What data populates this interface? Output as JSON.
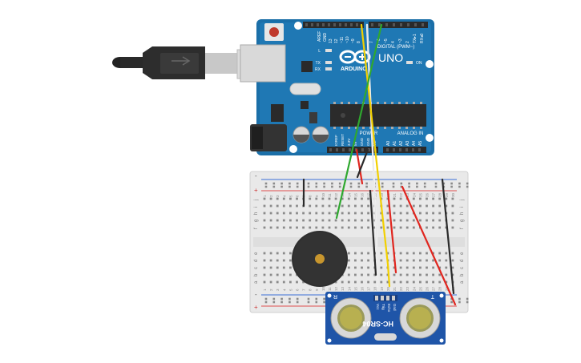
{
  "arduino": {
    "brand": "ARDUINO",
    "model": "UNO",
    "digital_label": "DIGITAL (PWM~)",
    "power_label": "POWER",
    "analog_label": "ANALOG IN",
    "on_label": "ON",
    "tx_label": "TX",
    "rx_label": "RX",
    "l_label": "L",
    "aref_label": "AREF",
    "gnd_label": "GND",
    "digital_pins": [
      "13",
      "12",
      "~11",
      "~10",
      "~9",
      "8",
      "7",
      "~6",
      "~5",
      "4",
      "~3",
      "2",
      "TX▸1",
      "RX◂0"
    ],
    "power_pins": [
      "IOREF",
      "RESET",
      "3.3V",
      "5V",
      "GND",
      "GND",
      "Vin"
    ],
    "analog_pins": [
      "A0",
      "A1",
      "A2",
      "A3",
      "A4",
      "A5"
    ]
  },
  "breadboard": {
    "rows_top": [
      "j",
      "i",
      "h",
      "g",
      "f"
    ],
    "rows_bottom": [
      "e",
      "d",
      "c",
      "b",
      "a"
    ],
    "columns": [
      "1",
      "2",
      "3",
      "4",
      "5",
      "6",
      "7",
      "8",
      "9",
      "10",
      "11",
      "12",
      "13",
      "14",
      "15",
      "16",
      "17",
      "18",
      "19",
      "20",
      "21",
      "22",
      "23",
      "24",
      "25",
      "26",
      "27",
      "28",
      "29",
      "30"
    ],
    "rail_plus": "+",
    "rail_minus": "-"
  },
  "sensor": {
    "model": "HC-SR04",
    "pins": [
      "Vcc",
      "Trig",
      "Echo",
      "Gnd"
    ],
    "left_mark": "R",
    "right_mark": "T"
  },
  "colors": {
    "board": "#1b6fa8",
    "wire_red": "#e0261f",
    "wire_black": "#2a2a2a",
    "wire_yellow": "#f2d000",
    "wire_green": "#2fa82f",
    "wire_white": "#f2f2f2"
  }
}
